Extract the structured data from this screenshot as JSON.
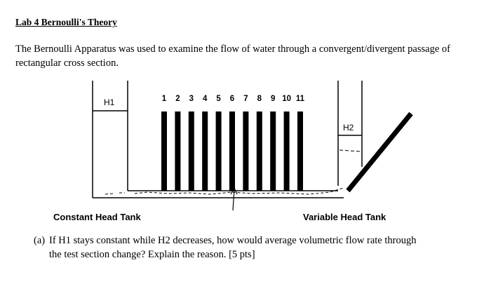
{
  "heading": "Lab 4 Bernoulli's Theory",
  "intro": "The Bernoulli Apparatus was used to examine the flow of water through a convergent/divergent passage of rectangular cross section.",
  "diagram": {
    "tank_left_label": "H1",
    "tank_right_label": "H2",
    "tube_numbers": [
      "1",
      "2",
      "3",
      "4",
      "5",
      "6",
      "7",
      "8",
      "9",
      "10",
      "11"
    ],
    "constant_tank_label": "Constant Head Tank",
    "variable_tank_label": "Variable Head Tank"
  },
  "question": {
    "number": "(a)",
    "line1": "If H1 stays constant while H2 decreases, how would average volumetric flow rate through",
    "line2": "the test section change? Explain the reason. [5 pts]"
  }
}
